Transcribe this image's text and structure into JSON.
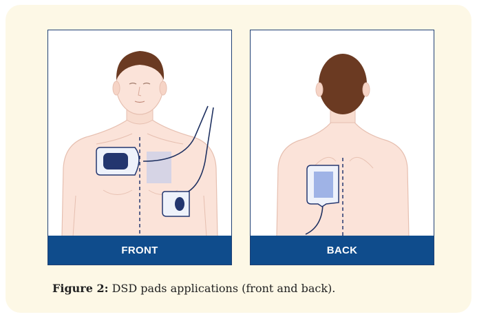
{
  "panels": {
    "front": {
      "label": "FRONT"
    },
    "back": {
      "label": "BACK"
    }
  },
  "caption": {
    "label": "Figure 2:",
    "text": "DSD pads applications (front and back)."
  },
  "colors": {
    "card_background": "#fdf8e6",
    "panel_border": "#1f3f73",
    "label_band": "#0f4c8c",
    "skin": "#fbe3d9",
    "hair": "#6b3a22",
    "pad_fill": "#9fb3e6",
    "pad_dark": "#23366f",
    "cable": "#1e3060"
  },
  "icons": [
    "torso-front-illustration",
    "torso-back-illustration",
    "defibrillator-pad-icon",
    "pad-cable-icon"
  ]
}
